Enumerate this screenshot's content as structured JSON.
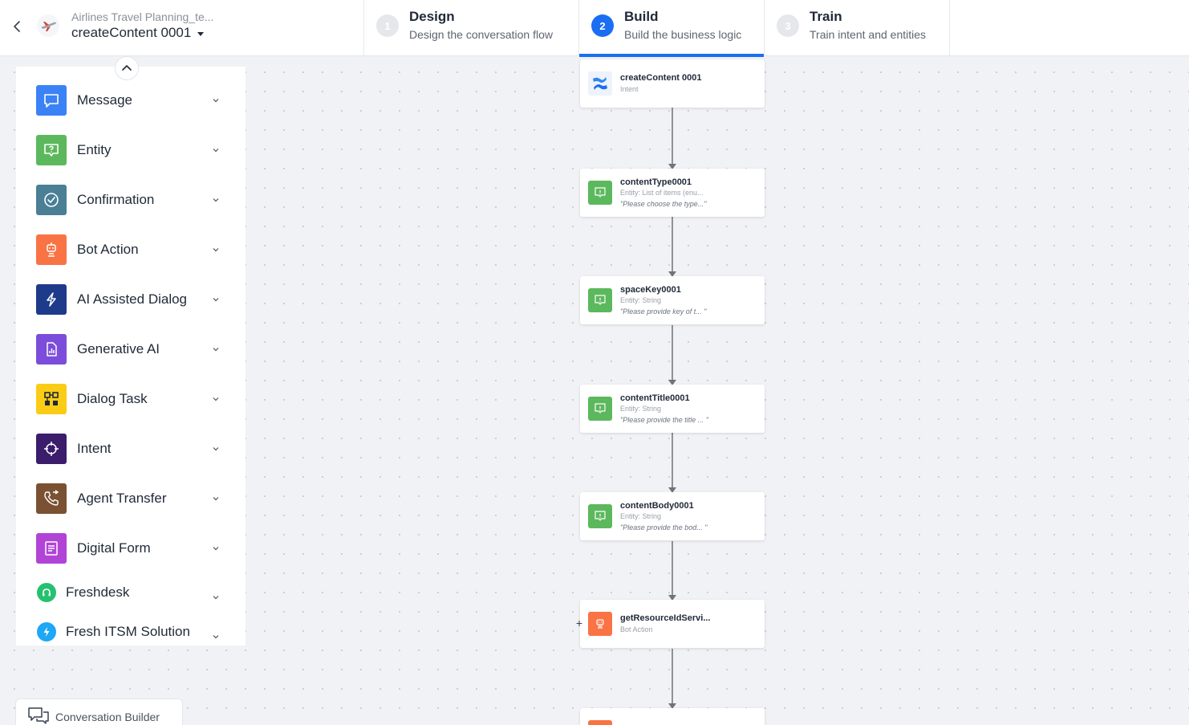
{
  "header": {
    "app_name": "Airlines Travel Planning_te...",
    "task_name": "createContent 0001",
    "steps": [
      {
        "num": "1",
        "title": "Design",
        "subtitle": "Design the conversation flow"
      },
      {
        "num": "2",
        "title": "Build",
        "subtitle": "Build the business logic"
      },
      {
        "num": "3",
        "title": "Train",
        "subtitle": "Train intent and entities"
      }
    ],
    "active_step": "Build"
  },
  "palette": {
    "items": [
      {
        "label": "Message",
        "icon": "message-icon",
        "color": "#3b82f6"
      },
      {
        "label": "Entity",
        "icon": "entity-icon",
        "color": "#5cb85c"
      },
      {
        "label": "Confirmation",
        "icon": "confirmation-icon",
        "color": "#4a7f96"
      },
      {
        "label": "Bot Action",
        "icon": "bot-action-icon",
        "color": "#f97345"
      },
      {
        "label": "AI Assisted Dialog",
        "icon": "lightning-icon",
        "color": "#1e3a8a"
      },
      {
        "label": "Generative AI",
        "icon": "generative-ai-icon",
        "color": "#7c4ddb"
      },
      {
        "label": "Dialog Task",
        "icon": "dialog-task-icon",
        "color": "#facc15"
      },
      {
        "label": "Intent",
        "icon": "intent-icon",
        "color": "#3b1d6b"
      },
      {
        "label": "Agent Transfer",
        "icon": "agent-transfer-icon",
        "color": "#7a5132"
      },
      {
        "label": "Digital Form",
        "icon": "digital-form-icon",
        "color": "#b144d6"
      },
      {
        "label": "Freshdesk",
        "icon": "freshdesk-icon",
        "color": "#25c16f"
      },
      {
        "label": "Fresh ITSM Solution",
        "icon": "fresh-itsm-icon",
        "color": "#1ea7f5"
      }
    ]
  },
  "bottom_tab": {
    "label": "Conversation Builder"
  },
  "flow": {
    "nodes": [
      {
        "title": "createContent 0001",
        "subtitle": "Intent",
        "prompt": "",
        "type": "intent",
        "icon": "confluence-icon"
      },
      {
        "title": "contentType0001",
        "subtitle": "Entity: List of items (enu...",
        "prompt": "\"Please choose the type...\"",
        "type": "entity",
        "icon": "entity-icon"
      },
      {
        "title": "spaceKey0001",
        "subtitle": "Entity: String",
        "prompt": "\"Please provide key of t... \"",
        "type": "entity",
        "icon": "entity-icon"
      },
      {
        "title": "contentTitle0001",
        "subtitle": "Entity: String",
        "prompt": "\"Please provide the title ... \"",
        "type": "entity",
        "icon": "entity-icon"
      },
      {
        "title": "contentBody0001",
        "subtitle": "Entity: String",
        "prompt": "\"Please provide the bod... \"",
        "type": "entity",
        "icon": "entity-icon"
      },
      {
        "title": "getResourceIdServi...",
        "subtitle": "Bot Action",
        "prompt": "",
        "type": "bot-action",
        "icon": "bot-action-icon"
      },
      {
        "title": "",
        "subtitle": "",
        "prompt": "",
        "type": "bot-action",
        "icon": "bot-action-icon"
      }
    ],
    "add_symbol": "+"
  },
  "colors": {
    "accent": "#1b6ef3",
    "entity": "#5cb85c",
    "bot_action": "#f97345"
  }
}
